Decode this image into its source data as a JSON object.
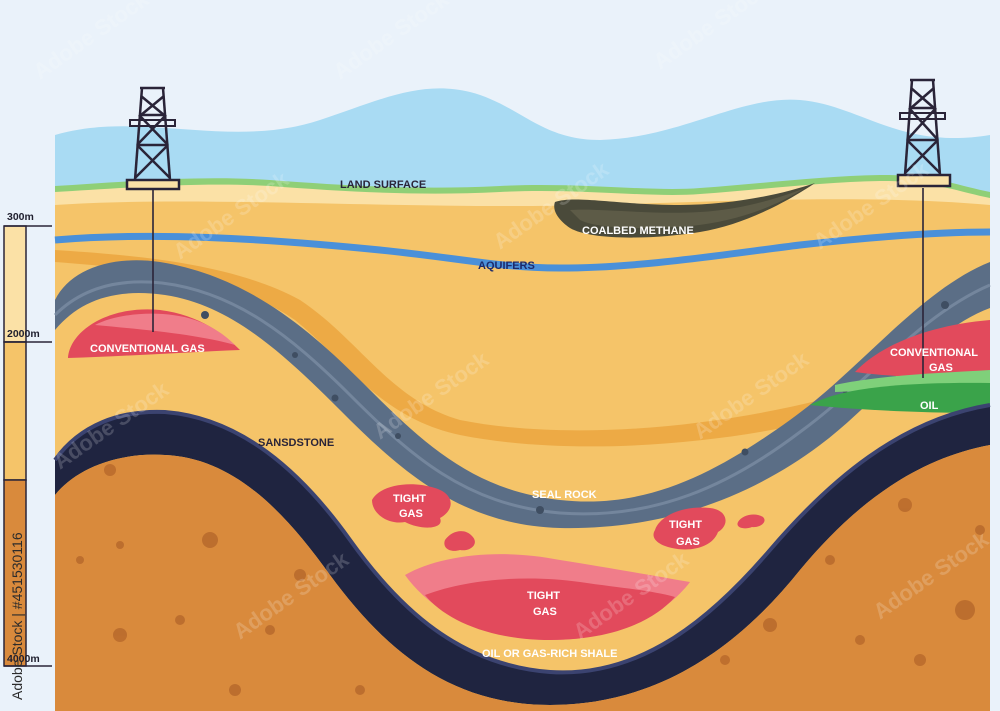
{
  "diagram": {
    "labels": {
      "land_surface": "LAND SURFACE",
      "coalbed_methane": "COALBED METHANE",
      "aquifers": "AQUIFERS",
      "conventional_gas_left": "CONVENTIONAL GAS",
      "conventional_gas_right_line1": "CONVENTIONAL",
      "conventional_gas_right_line2": "GAS",
      "oil": "OIL",
      "sandstone": "SANSDSTONE",
      "seal_rock": "SEAL ROCK",
      "tight_gas_1_line1": "TIGHT",
      "tight_gas_1_line2": "GAS",
      "tight_gas_2_line1": "TIGHT",
      "tight_gas_2_line2": "GAS",
      "tight_gas_3_line1": "TIGHT",
      "tight_gas_3_line2": "GAS",
      "shale": "OIL OR GAS-RICH SHALE"
    },
    "depth_scale": {
      "marks": [
        "300m",
        "2000m",
        "4000m"
      ]
    },
    "watermark": {
      "brand": "Adobe Stock",
      "credit": "Adobe Stock | #451530116"
    },
    "colors": {
      "sky": "#eaf2fa",
      "mountains": "#a9dbf3",
      "grass": "#8fcf77",
      "sand": "#f5c469",
      "sand_dark": "#eba63f",
      "aquifer": "#4a90d9",
      "seal_rock": "#5b6e86",
      "shale": "#1f2440",
      "deep_rock": "#d98a3c",
      "gas": "#e24a5c",
      "oil": "#3aa34a",
      "coalbed": "#4a4a3a"
    }
  }
}
